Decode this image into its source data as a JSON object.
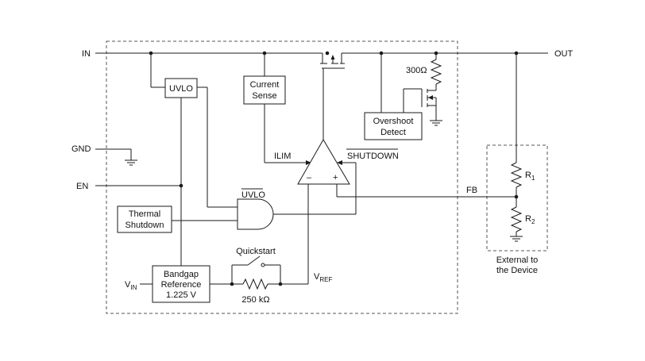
{
  "ports": {
    "in": "IN",
    "out": "OUT",
    "gnd": "GND",
    "en": "EN",
    "vin_main": "V",
    "vin_sub": "IN"
  },
  "blocks": {
    "uvlo": "UVLO",
    "current_sense_line1": "Current",
    "current_sense_line2": "Sense",
    "overshoot_line1": "Overshoot",
    "overshoot_line2": "Detect",
    "thermal_line1": "Thermal",
    "thermal_line2": "Shutdown",
    "bandgap_line1": "Bandgap",
    "bandgap_line2": "Reference",
    "bandgap_line3": "1.225 V"
  },
  "signals": {
    "ilim": "ILIM",
    "shutdown": "SHUTDOWN",
    "uvlo_bar": "UVLO",
    "fb": "FB",
    "vref_main": "V",
    "vref_sub": "REF",
    "quickstart": "Quickstart",
    "opamp_minus": "–",
    "opamp_plus": "+"
  },
  "components": {
    "r_overshoot": "300Ω",
    "r_quickstart": "250 kΩ",
    "r1_main": "R",
    "r1_sub": "1",
    "r2_main": "R",
    "r2_sub": "2"
  },
  "external_line1": "External to",
  "external_line2": "the Device"
}
